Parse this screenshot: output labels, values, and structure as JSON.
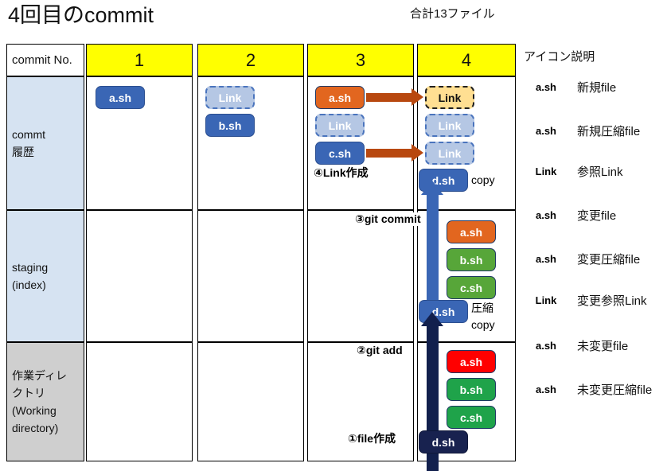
{
  "title": "4回目のcommit",
  "total_note": "合計13ファイル",
  "legend": {
    "title": "アイコン説明",
    "items": [
      {
        "chip": "a.sh",
        "label": "新規file",
        "style": "new-file"
      },
      {
        "chip": "a.sh",
        "label": "新規圧縮file",
        "style": "new-zip"
      },
      {
        "chip": "Link",
        "label": "参照Link",
        "style": "ref-link"
      },
      {
        "chip": "a.sh",
        "label": "変更file",
        "style": "mod-file"
      },
      {
        "chip": "a.sh",
        "label": "変更圧縮file",
        "style": "mod-zip"
      },
      {
        "chip": "Link",
        "label": "変更参照Link",
        "style": "mod-ref-link"
      },
      {
        "chip": "a.sh",
        "label": "未変更file",
        "style": "same-file"
      },
      {
        "chip": "a.sh",
        "label": "未変更圧縮file",
        "style": "same-zip"
      }
    ]
  },
  "table": {
    "corner_label": "commit No.",
    "columns": [
      "1",
      "2",
      "3",
      "4"
    ],
    "rows": [
      {
        "label_lines": [
          "commt",
          "履歴"
        ]
      },
      {
        "label_lines": [
          "staging",
          "(index)"
        ]
      },
      {
        "label_lines": [
          "作業ディレ",
          "クトリ",
          "(Working",
          "directory)"
        ]
      }
    ]
  },
  "commit_row": {
    "col1": [
      {
        "text": "a.sh",
        "style": "new-zip"
      }
    ],
    "col2": [
      {
        "text": "Link",
        "style": "ref-link"
      },
      {
        "text": "b.sh",
        "style": "new-zip"
      }
    ],
    "col3": [
      {
        "text": "a.sh",
        "style": "mod-zip"
      },
      {
        "text": "Link",
        "style": "ref-link"
      },
      {
        "text": "c.sh",
        "style": "new-zip"
      }
    ],
    "col4": [
      {
        "text": "Link",
        "style": "mod-ref-link"
      },
      {
        "text": "Link",
        "style": "ref-link"
      },
      {
        "text": "Link",
        "style": "ref-link"
      },
      {
        "text": "d.sh",
        "style": "new-zip"
      }
    ],
    "copy_note": "copy"
  },
  "staging_row": {
    "col4": [
      {
        "text": "a.sh",
        "style": "mod-zip"
      },
      {
        "text": "b.sh",
        "style": "same-zip"
      },
      {
        "text": "c.sh",
        "style": "same-zip"
      },
      {
        "text": "d.sh",
        "style": "new-zip"
      }
    ],
    "note_line1": "圧縮",
    "note_line2": "copy"
  },
  "working_row": {
    "col4": [
      {
        "text": "a.sh",
        "style": "mod-file"
      },
      {
        "text": "b.sh",
        "style": "same-file"
      },
      {
        "text": "c.sh",
        "style": "same-file"
      },
      {
        "text": "d.sh",
        "style": "new-file"
      }
    ]
  },
  "annotations": {
    "step1": "①file作成",
    "step2": "②git add",
    "step3": "③git commit",
    "step4": "④Link作成"
  },
  "colors": {
    "header_yellow": "#ffff00",
    "row_label_blue": "#d6e3f2",
    "row_label_gray": "#cfcfcf",
    "arrow_orange": "#b8480f",
    "arrow_blue": "#3a66b5",
    "arrow_navy": "#12204d"
  }
}
